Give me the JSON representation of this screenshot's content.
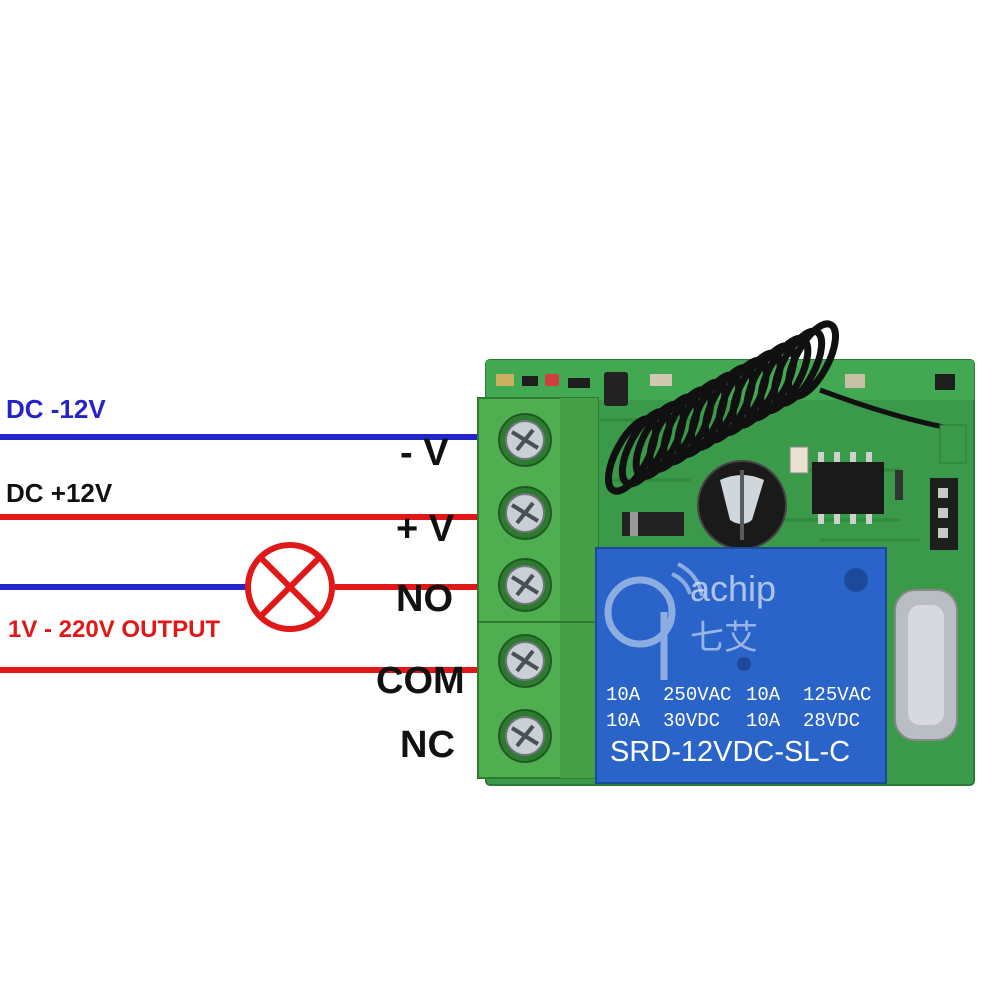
{
  "wires": {
    "negative": {
      "label": "DC -12V",
      "color": "#2424c8"
    },
    "positive": {
      "label": "DC +12V",
      "color": "#e01818"
    },
    "output_label": "1V - 220V OUTPUT",
    "neutral_color": "#2424c8",
    "live_color": "#e01818"
  },
  "terminals": [
    {
      "label": "- V"
    },
    {
      "label": "+ V"
    },
    {
      "label": "NO"
    },
    {
      "label": "COM"
    },
    {
      "label": "NC"
    }
  ],
  "relay": {
    "brand": "achip",
    "brand_cn": "七艾",
    "rating_row1_left": "10A  250VAC",
    "rating_row1_right": "10A  125VAC",
    "rating_row2_left": "10A  30VDC",
    "rating_row2_right": "10A  28VDC",
    "model": "SRD-12VDC-SL-C",
    "color": "#2a64c8"
  },
  "colors": {
    "pcb": "#3a9a4a",
    "terminal_block": "#4fae4f",
    "lamp": "#e01818",
    "label_black": "#111111"
  },
  "icons": {
    "lamp": "lamp-x-circle-icon",
    "antenna": "coil-antenna-icon",
    "screw": "screw-head-icon"
  }
}
